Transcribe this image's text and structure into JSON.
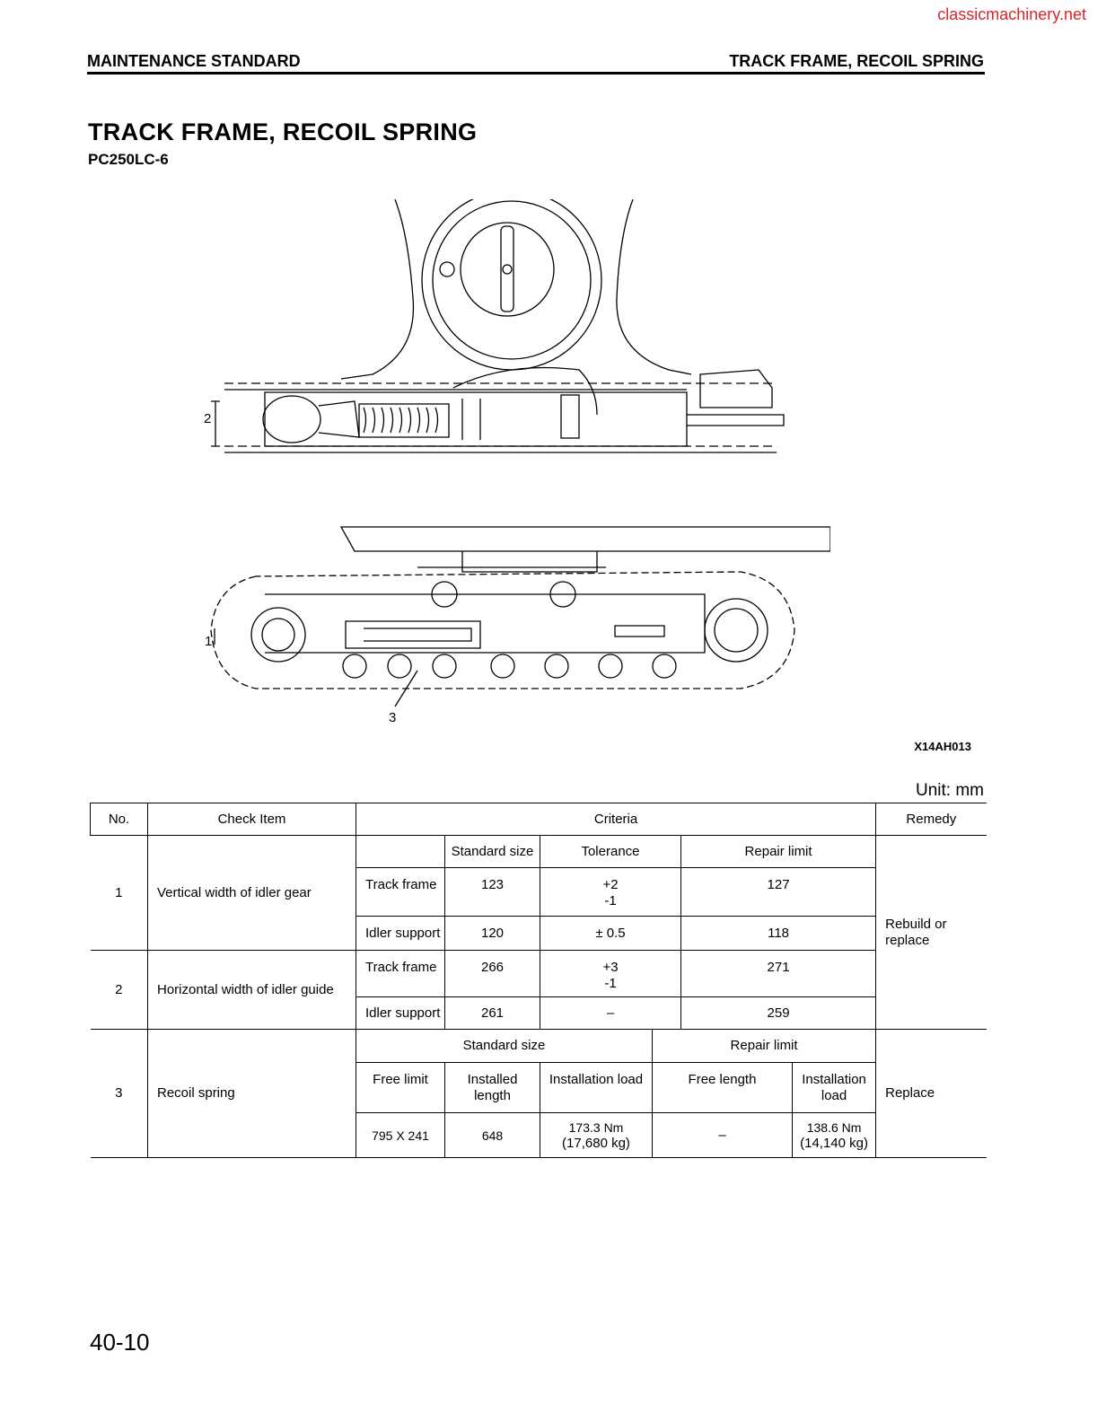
{
  "watermark": "classicmachinery.net",
  "header": {
    "left": "MAINTENANCE STANDARD",
    "right": "TRACK FRAME, RECOIL SPRING"
  },
  "title": "TRACK FRAME, RECOIL SPRING",
  "model": "PC250LC-6",
  "figure": {
    "id": "X14AH013",
    "callouts": [
      "1",
      "2",
      "3"
    ]
  },
  "unit": "Unit: mm",
  "table": {
    "headers": {
      "no": "No.",
      "check_item": "Check Item",
      "criteria": "Criteria",
      "remedy": "Remedy"
    },
    "sub_headers": {
      "standard_size": "Standard size",
      "tolerance": "Tolerance",
      "repair_limit": "Repair limit"
    },
    "rows": [
      {
        "no": "1",
        "item": "Vertical width of idler gear",
        "parts": [
          {
            "name": "Track frame",
            "standard": "123",
            "tol_upper": "+2",
            "tol_lower": "-1",
            "repair_limit": "127"
          },
          {
            "name": "Idler support",
            "standard": "120",
            "tol": "± 0.5",
            "repair_limit": "118"
          }
        ]
      },
      {
        "no": "2",
        "item": "Horizontal width of idler guide",
        "parts": [
          {
            "name": "Track frame",
            "standard": "266",
            "tol_upper": "+3",
            "tol_lower": "-1",
            "repair_limit": "271"
          },
          {
            "name": "Idler support",
            "standard": "261",
            "tol": "–",
            "repair_limit": "259"
          }
        ]
      }
    ],
    "remedy_1_2": "Rebuild or replace",
    "recoil": {
      "no": "3",
      "item": "Recoil spring",
      "standard_size": "Standard size",
      "repair_limit": "Repair limit",
      "cols": {
        "free_limit": "Free limit",
        "installed_length": "Installed length",
        "installation_load": "Installation load",
        "free_length": "Free length",
        "installation_load_2": "Installation load"
      },
      "values": {
        "free_limit": "795 X 241",
        "installed_length": "648",
        "load_nm": "173.3 Nm",
        "load_kg": "(17,680 kg)",
        "free_length": "–",
        "limit_nm": "138.6 Nm",
        "limit_kg": "(14,140 kg)"
      },
      "remedy": "Replace"
    }
  },
  "page_number": "40-10"
}
